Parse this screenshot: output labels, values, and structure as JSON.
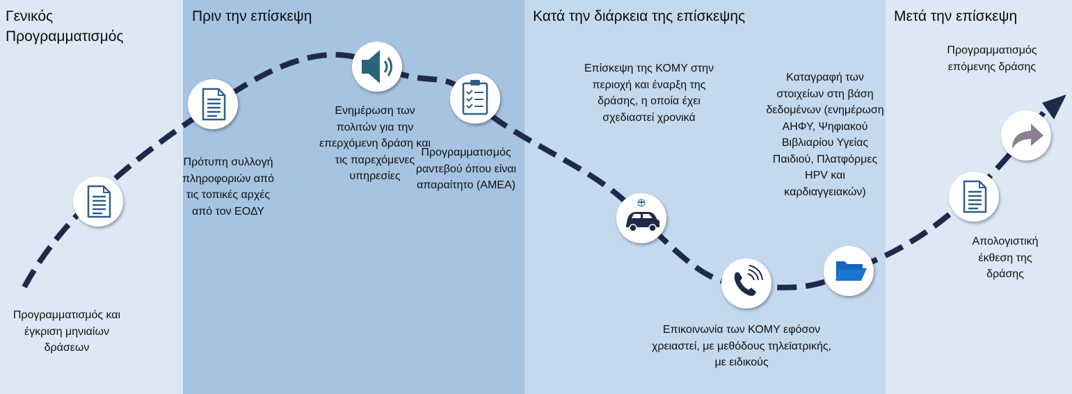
{
  "phases": [
    {
      "title": "Γενικός Προγραμματισμός"
    },
    {
      "title": "Πριν την επίσκεψη"
    },
    {
      "title": "Κατά την διάρκεια της επίσκεψης"
    },
    {
      "title": "Μετά την επίσκεψη"
    }
  ],
  "steps": [
    {
      "text": "Προγραμματισμός και έγκριση μηνιαίων δράσεων",
      "icon": "document-icon"
    },
    {
      "text": "Πρότυπη συλλογή πληροφοριών από τις τοπικές αρχές από τον ΕΟΔΥ",
      "icon": "document-icon"
    },
    {
      "text": "Ενημέρωση των πολιτών για την επερχόμενη δράση και τις παρεχόμενες υπηρεσίες",
      "icon": "speaker-icon"
    },
    {
      "text": "Προγραμματισμός ραντεβού όπου είναι απαραίτητο (ΑΜΕΑ)",
      "icon": "clipboard-icon"
    },
    {
      "text": "Επίσκεψη της ΚΟΜΥ στην περιοχή και έναρξη της δράσης, η οποία έχει σχεδιαστεί χρονικά",
      "icon": "car-icon"
    },
    {
      "text": "Επικοινωνία των ΚΟΜΥ εφόσον χρειαστεί, με μεθόδους τηλεϊατρικής, με ειδικούς",
      "icon": "phone-icon"
    },
    {
      "text": "Καταγραφή των στοιχείων στη βάση δεδομένων (ενημέρωση ΑΗΦΥ, Ψηφιακού Βιβλιαρίου Υγείας Παιδιού, Πλατφόρμες HPV και καρδιαγγειακών)",
      "icon": "folder-icon"
    },
    {
      "text": "Απολογιστική έκθεση της δράσης",
      "icon": "document-icon"
    },
    {
      "text": "Προγραμματισμός επόμενης δράσης",
      "icon": "forward-arrow-icon"
    }
  ],
  "colors": {
    "path": "#1f2a4a",
    "icon_blue": "#2f5d8a",
    "icon_teal": "#2a6478",
    "folder": "#1565c0",
    "arrow_grey": "#8b7f91"
  }
}
